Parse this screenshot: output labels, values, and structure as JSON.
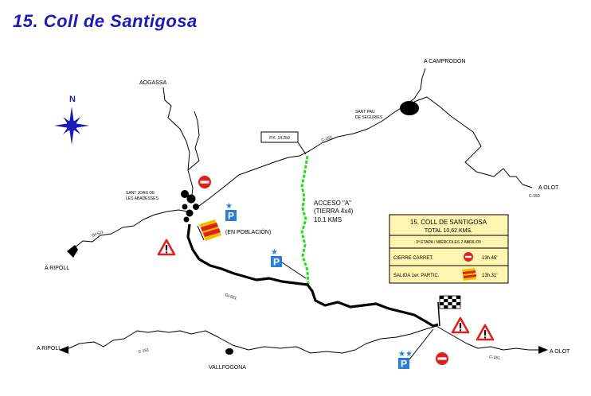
{
  "title": "15. Coll de Santigosa",
  "compass_letter": "N",
  "places": {
    "aogassa": "AOGASSA",
    "a_camprodon": "A CAMPRODÓN",
    "sant_pau_1": "SANT PAU",
    "sant_pau_2": "DE SEGURIES",
    "sant_joan_1": "SANT JOAN DE",
    "sant_joan_2": "LES ABADESSES",
    "a_ripoll_top": "A RIPOLL",
    "a_olot_top": "A OLOT",
    "a_ripoll_bottom": "A RIPOLL",
    "vallfogona": "VALLFOGONA",
    "a_olot_bottom": "A OLOT"
  },
  "roads": {
    "c153_top": "C-153",
    "c150_east": "C-150",
    "gi521": "GI-521",
    "c151_bottom": "C-151",
    "c151_right": "C-151",
    "gi521_west": "GI-521"
  },
  "pk_label": "P.K. 14.250",
  "acceso": {
    "line1": "ACCESO \"A\"",
    "line2": "(TIERRA 4x4)",
    "line3": "10.1 KMS"
  },
  "parking_note": "(EN POBLACIÓN)",
  "parking_letter": "P",
  "info_box": {
    "line1": "15. COLL DE SANTIGOSA",
    "line2": "TOTAL 10,62 KMS.",
    "etapa": "3ª ETAPA / MIÉRCOLES 2 ABRIL/09",
    "cierre_label": "CIERRE CARRET.",
    "cierre_time": "13h.45'",
    "salida_label": "SALIDA 1er. PARTIC.",
    "salida_time": "13h.31'"
  },
  "colors": {
    "title": "#1a1ab8",
    "stage_route": "#000000",
    "access_route": "#22dd22",
    "parking": "#2a7fd4",
    "box_fill": "#fff5b0",
    "no_entry": "#e02020"
  },
  "icons": [
    "compass-rose-icon",
    "parking-icon",
    "no-entry-icon",
    "warning-icon",
    "start-flag-icon",
    "finish-flag-icon",
    "town-icon",
    "arrow-icon"
  ]
}
